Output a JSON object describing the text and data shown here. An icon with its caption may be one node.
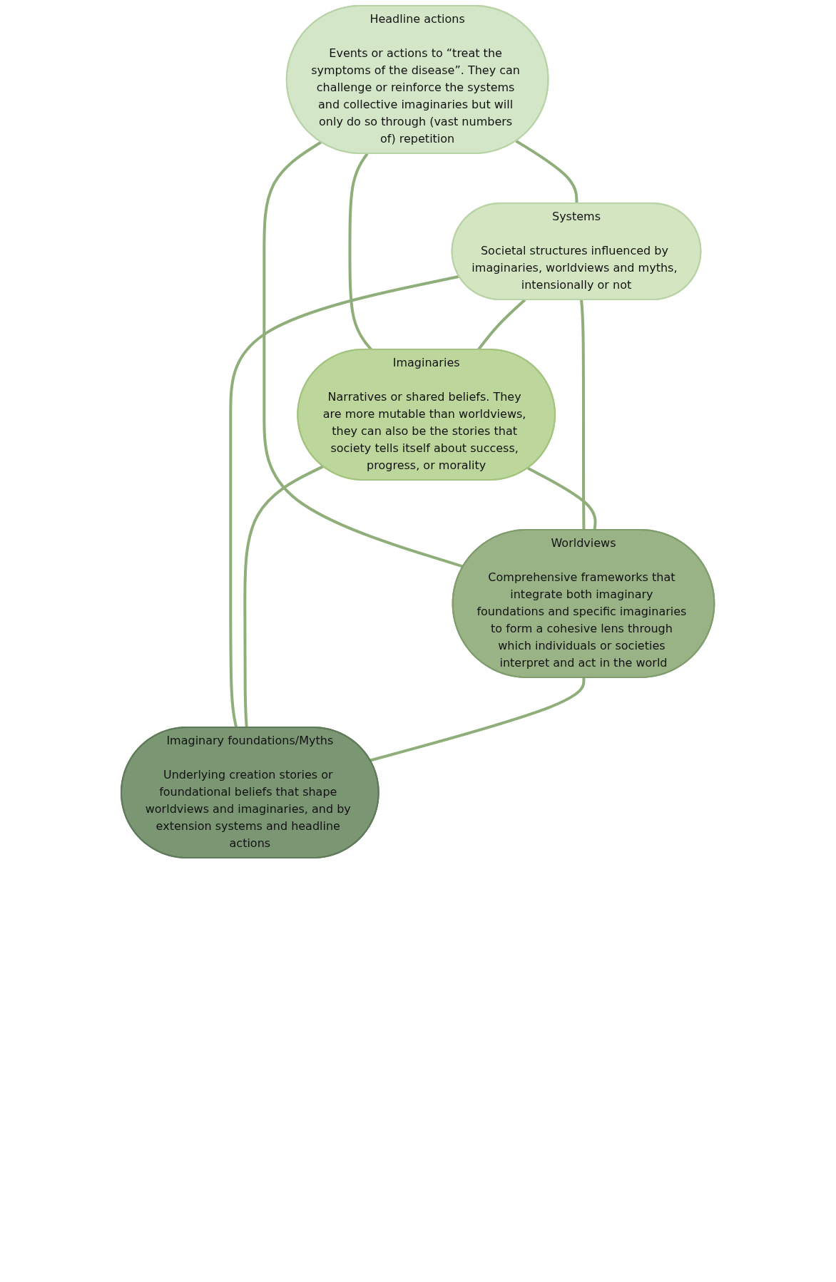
{
  "diagram": {
    "nodes": [
      {
        "text": [
          "Headline actions",
          "Events or actions to “treat the symptoms of the disease”. They can challenge or reinforce the systems and collective imaginaries but will only do so through (vast numbers of) repetition"
        ]
      },
      {
        "text": [
          "Systems",
          "Societal structures influenced by imaginaries, worldviews and myths, intensionally or not"
        ]
      },
      {
        "text": [
          "Imaginaries",
          "Narratives or shared beliefs. They are more mutable than worldviews, they can also be the stories that society tells itself about success, progress, or morality"
        ]
      },
      {
        "text": [
          "Worldviews",
          "Comprehensive frameworks that integrate both imaginary foundations and specific imaginaries to form a cohesive lens through which individuals or societies interpret and act in the world"
        ]
      },
      {
        "text": [
          "Imaginary foundations/Myths",
          "Underlying creation stories or foundational beliefs that shape worldviews and imaginaries, and by extension systems and headline actions"
        ]
      }
    ],
    "edges": [
      {
        "from": 0,
        "to": 1,
        "arrow": "none"
      },
      {
        "from": 0,
        "to": 2,
        "arrow": "none"
      },
      {
        "from": 0,
        "to": 3,
        "arrow": "none"
      },
      {
        "from": 1,
        "to": 2,
        "arrow": "none"
      },
      {
        "from": 1,
        "to": 3,
        "arrow": "none"
      },
      {
        "from": 1,
        "to": 4,
        "arrow": "none"
      },
      {
        "from": 2,
        "to": 3,
        "arrow": "none"
      },
      {
        "from": 2,
        "to": 4,
        "arrow": "none"
      },
      {
        "from": 3,
        "to": 4,
        "arrow": "none"
      }
    ]
  }
}
